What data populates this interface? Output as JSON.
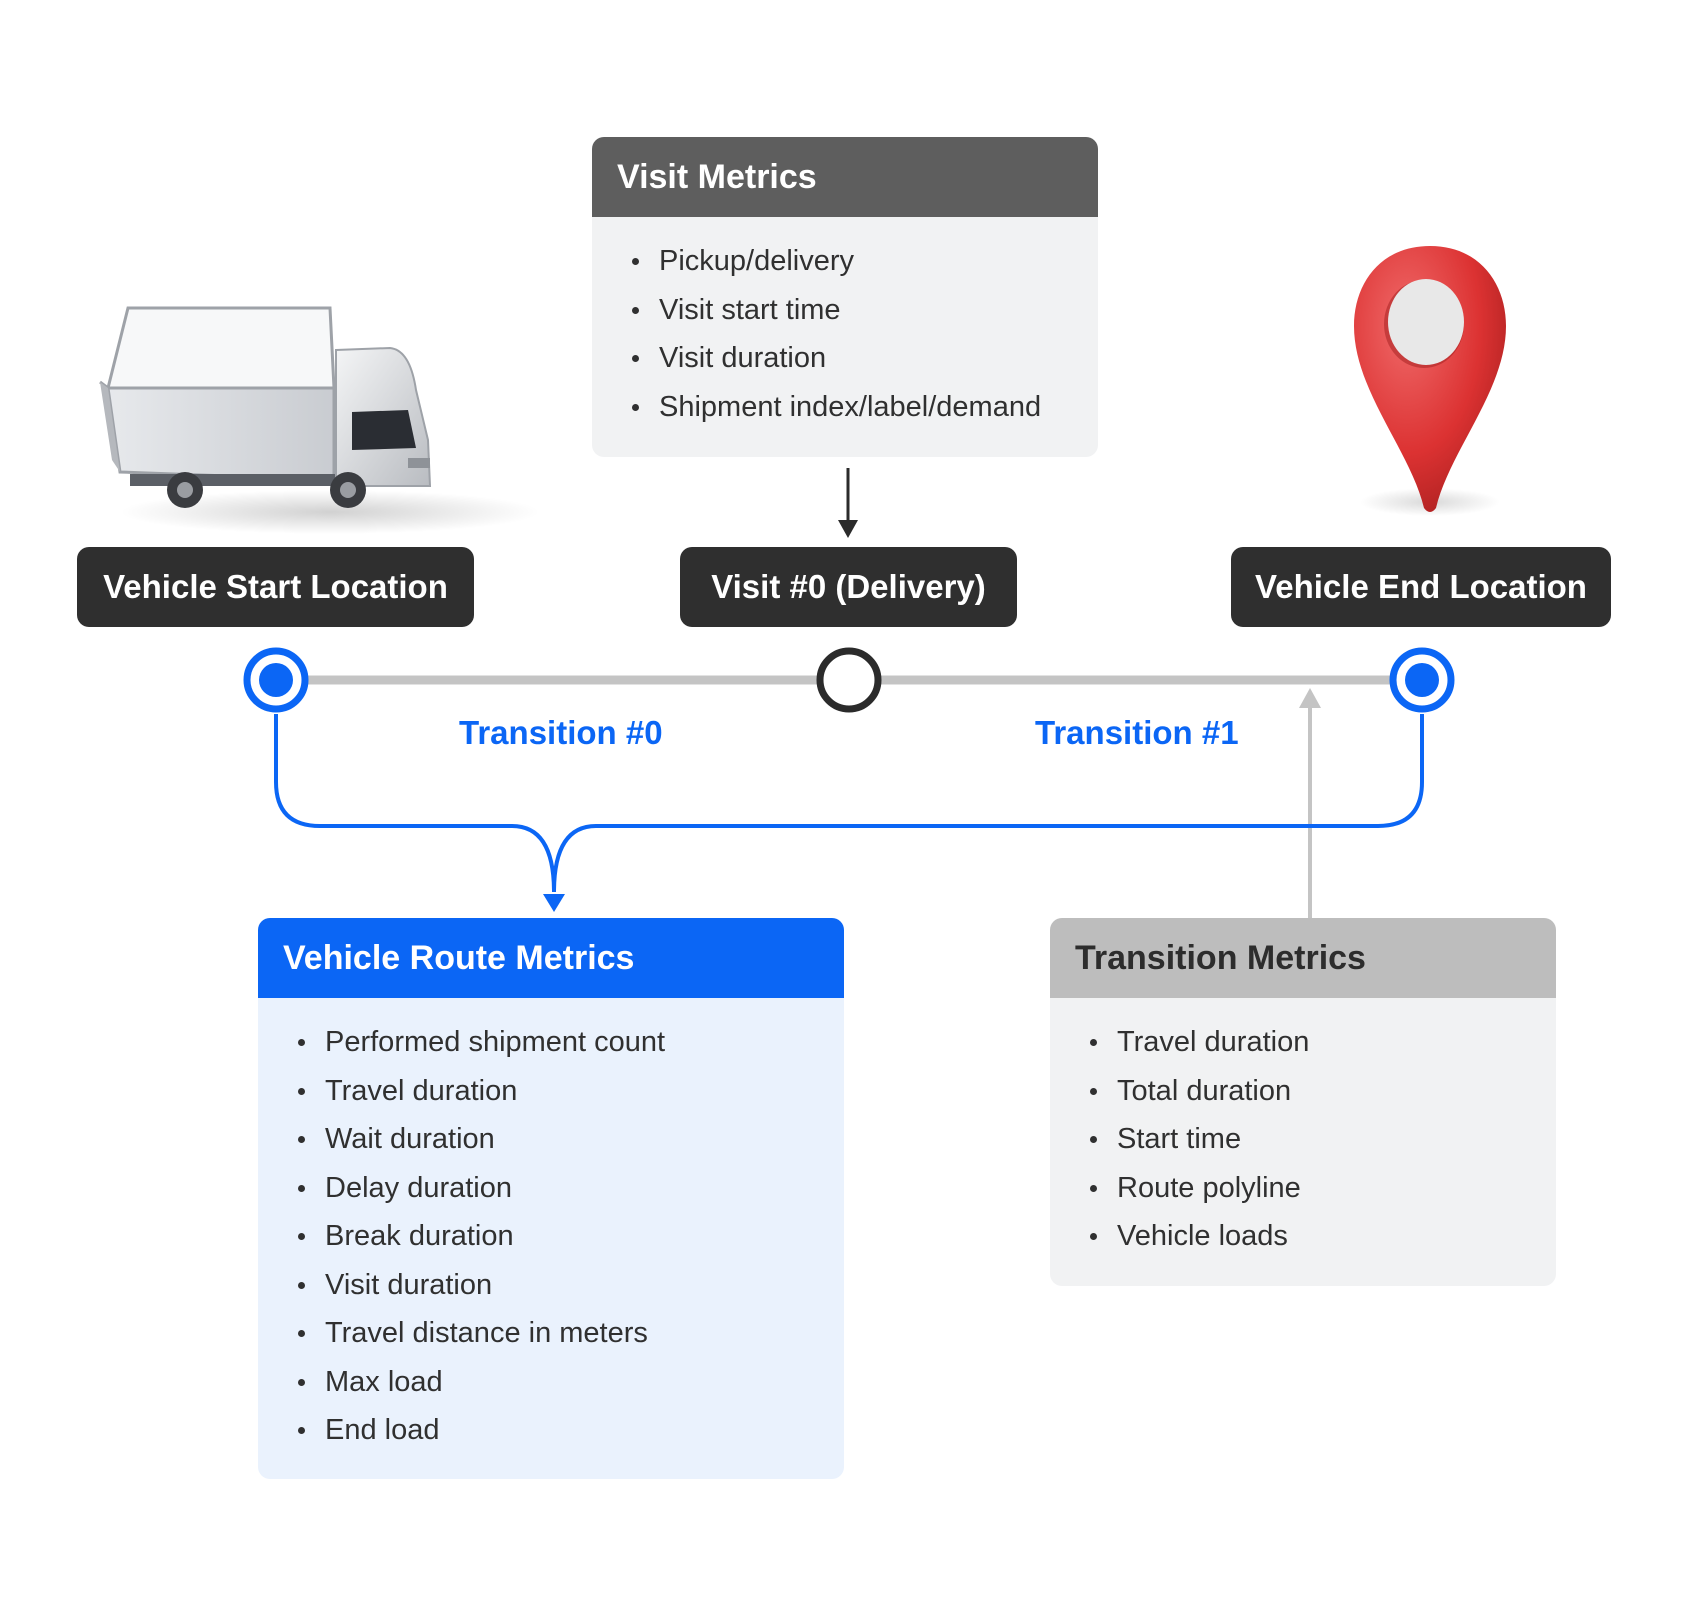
{
  "locations": {
    "start_label": "Vehicle Start Location",
    "visit_label": "Visit #0 (Delivery)",
    "end_label": "Vehicle End Location"
  },
  "transitions": {
    "t0_label": "Transition #0",
    "t1_label": "Transition #1"
  },
  "visit_metrics": {
    "title": "Visit Metrics",
    "items": [
      "Pickup/delivery",
      "Visit start time",
      "Visit duration",
      "Shipment index/label/demand"
    ]
  },
  "route_metrics": {
    "title": "Vehicle Route Metrics",
    "items": [
      "Performed shipment count",
      "Travel duration",
      "Wait duration",
      "Delay duration",
      "Break duration",
      "Visit duration",
      "Travel distance in meters",
      "Max load",
      "End load"
    ]
  },
  "transition_metrics": {
    "title": "Transition Metrics",
    "items": [
      "Travel duration",
      "Total duration",
      "Start time",
      "Route polyline",
      "Vehicle loads"
    ]
  },
  "icons": {
    "start": "truck-icon",
    "end": "map-pin-icon"
  },
  "colors": {
    "accent_blue": "#0b66f5",
    "dark_pill": "#2f2f2f",
    "visit_header": "#5e5e5e",
    "transition_header": "#bdbdbd",
    "timeline": "#c4c4c4",
    "pin_red": "#e03c3c"
  }
}
